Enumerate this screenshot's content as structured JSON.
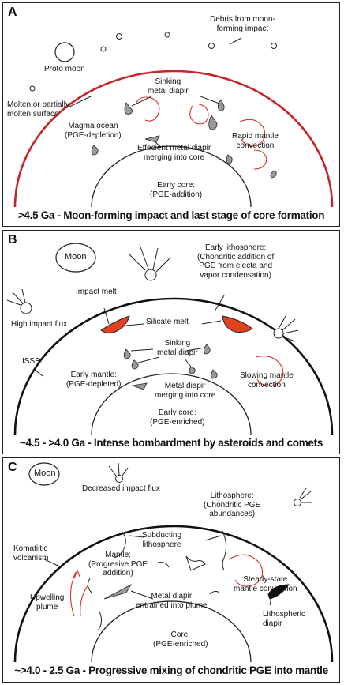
{
  "colors": {
    "red": "#d8322a",
    "grey": "#9a9a9a",
    "melt": "#e0421f",
    "black": "#111111"
  },
  "panelA": {
    "letter": "A",
    "proto_moon": "Proto moon",
    "debris": [
      "Debris from moon-",
      "forming impact"
    ],
    "molten": [
      "Molten or partially",
      "molten surface"
    ],
    "sinking": [
      "Sinking",
      "metal diapir"
    ],
    "magma": [
      "Magma ocean",
      "(PGE-depletion)"
    ],
    "rapid": [
      "Rapid mantle",
      "convection"
    ],
    "merging": [
      "Effecient metal diapir",
      "merging into core"
    ],
    "core": [
      "Early core:",
      "(PGE-addition)"
    ],
    "caption": ">4.5 Ga - Moon-forming impact and last stage of core formation"
  },
  "panelB": {
    "letter": "B",
    "moon": "Moon",
    "lithosphere": [
      "Early lithosphere:",
      "(Chondritic addition of",
      "PGE from ejecta and",
      "vapor condensation)"
    ],
    "impact_melt": "Impact melt",
    "silicate_melt": "Silicate melt",
    "high_flux": "High impact flux",
    "sinking": [
      "Sinking",
      "metal diapir"
    ],
    "issr": "ISSR",
    "mantle": [
      "Early mantle:",
      "(PGE-depleted)"
    ],
    "merging": [
      "Metal diapir",
      "merging into core"
    ],
    "slowing": [
      "Slowing mantle",
      "convection"
    ],
    "core": [
      "Early core:",
      "(PGE-enriched)"
    ],
    "caption": "~4.5 - >4.0 Ga - Intense bombardment by asteroids and comets"
  },
  "panelC": {
    "letter": "C",
    "moon": "Moon",
    "decreased": "Decreased impact flux",
    "lithosphere": [
      "Lithosphere:",
      "(Chondritic PGE",
      "abundances)"
    ],
    "subducting": [
      "Subducting",
      "lithosphere"
    ],
    "komatiitic": [
      "Komatiitic",
      "volcanism"
    ],
    "mantle": [
      "Mantle:",
      "(Progresive PGE",
      "addition)"
    ],
    "steady": [
      "Steady-state",
      "mantle convection"
    ],
    "upwelling": [
      "Upwelling",
      "plume"
    ],
    "entrained": [
      "Metal diapir",
      "entrained into plume"
    ],
    "core": [
      "Core:",
      "(PGE-enriched)"
    ],
    "litho_diapir": [
      "Lithospheric",
      "diapir"
    ],
    "caption": "~>4.0 - 2.5 Ga - Progressive mixing of chondritic PGE into mantle"
  }
}
